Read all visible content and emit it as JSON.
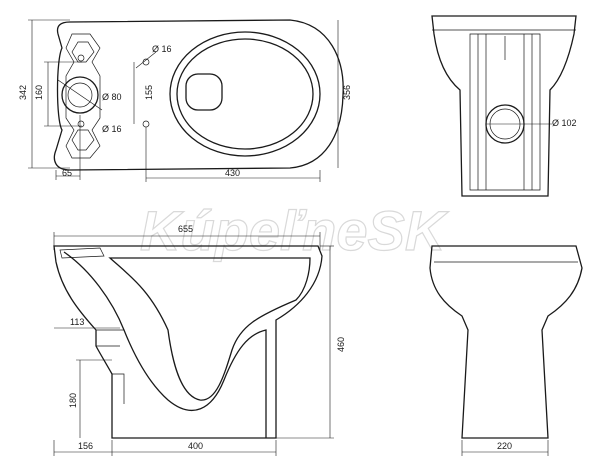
{
  "watermark": "KúpeľneSK",
  "top_view": {
    "dim_total_length": "342",
    "dim_pipe_spacing": "160",
    "dim_bolt_hole_top": "Ø 16",
    "dim_outlet": "Ø 80",
    "dim_bolt_hole_bottom": "Ø 16",
    "dim_hole_offset": "155",
    "dim_width": "356",
    "dim_left_offset": "65",
    "dim_bowl_length": "430"
  },
  "back_view": {
    "dim_outlet_diameter": "Ø 102"
  },
  "side_view": {
    "dim_overall_length": "655",
    "dim_height": "460",
    "dim_outlet_depth": "113",
    "dim_outlet_height": "180",
    "dim_rear_offset": "156",
    "dim_base_length": "400"
  },
  "front_view": {
    "dim_base_width": "220"
  }
}
